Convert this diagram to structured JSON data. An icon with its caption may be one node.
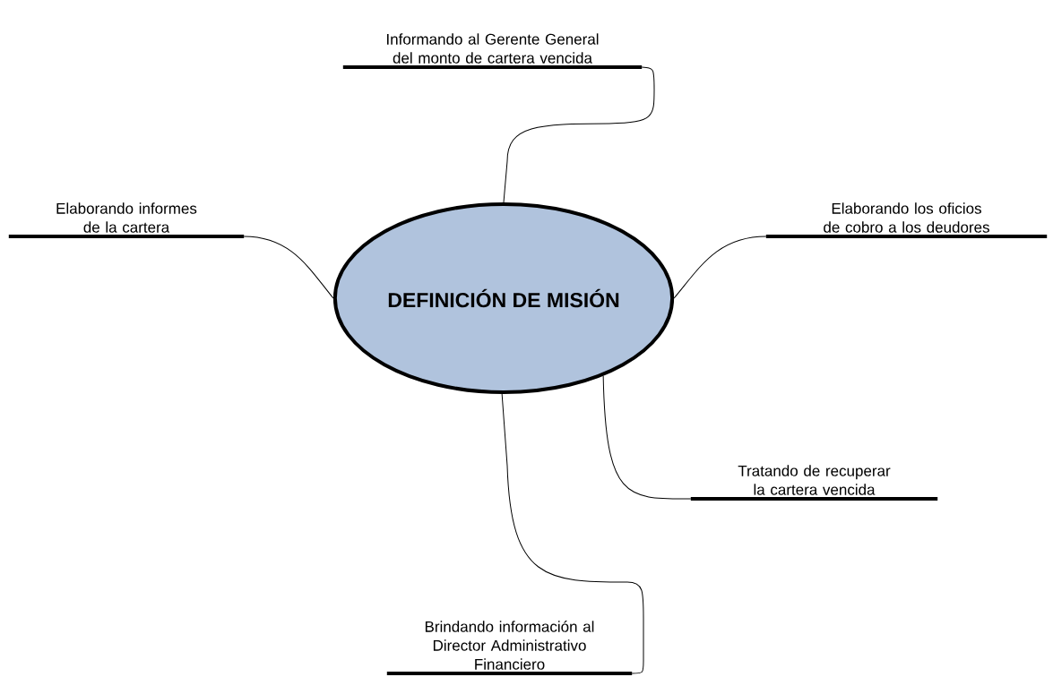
{
  "diagram": {
    "nodes": [
      {
        "text": [
          "DEFINICIÓN DE MISIÓN"
        ]
      },
      {
        "text": [
          "Informando al Gerente General del monto de cartera vencida"
        ]
      },
      {
        "text": [
          "Elaborando informes de la cartera"
        ]
      },
      {
        "text": [
          "Elaborando los oficios de cobro a los deudores"
        ]
      },
      {
        "text": [
          "Tratando de recuperar la cartera vencida"
        ]
      },
      {
        "text": [
          "Brindando información al Director Administrativo Financiero"
        ]
      }
    ],
    "edges": [
      {
        "from": 0,
        "to": 1,
        "arrow": "none"
      },
      {
        "from": 0,
        "to": 2,
        "arrow": "none"
      },
      {
        "from": 0,
        "to": 3,
        "arrow": "none"
      },
      {
        "from": 0,
        "to": 4,
        "arrow": "none"
      },
      {
        "from": 0,
        "to": 5,
        "arrow": "none"
      }
    ]
  }
}
